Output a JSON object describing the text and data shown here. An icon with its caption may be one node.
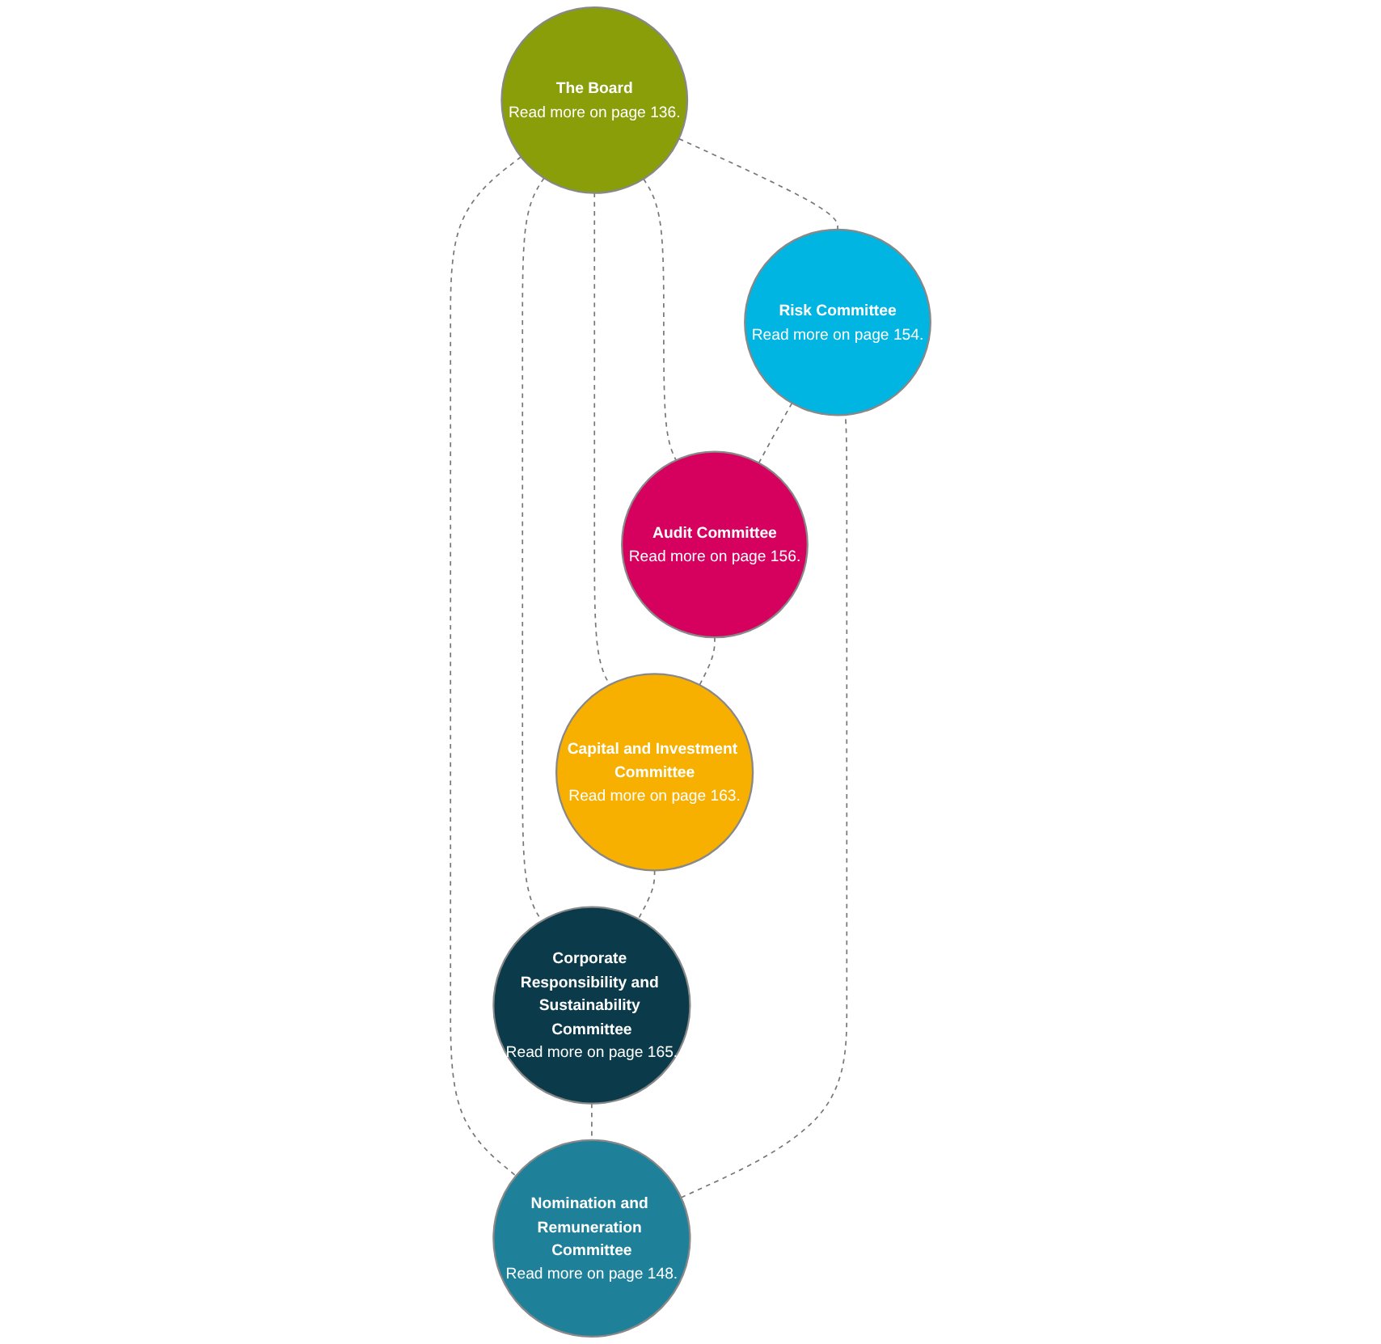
{
  "diagram": {
    "nodes": [
      {
        "text": [
          "Risk Committee",
          "Read more on page 154."
        ]
      },
      {
        "text": [
          "Nomination and Remuneration Committee",
          "Read more on page 148."
        ]
      },
      {
        "text": [
          "Audit Committee",
          "Read more on page 156."
        ]
      },
      {
        "text": [
          "The Board",
          "Read more on page 136."
        ]
      },
      {
        "text": [
          "Corporate Responsibility and Sustainability Committee",
          "Read more on page 165."
        ]
      },
      {
        "text": [
          "Capital and Investment Committee",
          "Read more on page 163."
        ]
      }
    ],
    "edges": [
      {
        "from": 3,
        "to": 0,
        "arrow": "none",
        "style": "dashed"
      },
      {
        "from": 3,
        "to": 1,
        "arrow": "none",
        "style": "dashed"
      },
      {
        "from": 3,
        "to": 2,
        "arrow": "none",
        "style": "dashed"
      },
      {
        "from": 3,
        "to": 4,
        "arrow": "none",
        "style": "dashed"
      },
      {
        "from": 3,
        "to": 5,
        "arrow": "none",
        "style": "dashed"
      },
      {
        "from": 0,
        "to": 2,
        "arrow": "none",
        "style": "dashed"
      },
      {
        "from": 2,
        "to": 5,
        "arrow": "none",
        "style": "dashed"
      },
      {
        "from": 5,
        "to": 4,
        "arrow": "none",
        "style": "dashed"
      },
      {
        "from": 4,
        "to": 1,
        "arrow": "none",
        "style": "dashed"
      },
      {
        "from": 1,
        "to": 0,
        "arrow": "none",
        "style": "dashed"
      }
    ]
  }
}
